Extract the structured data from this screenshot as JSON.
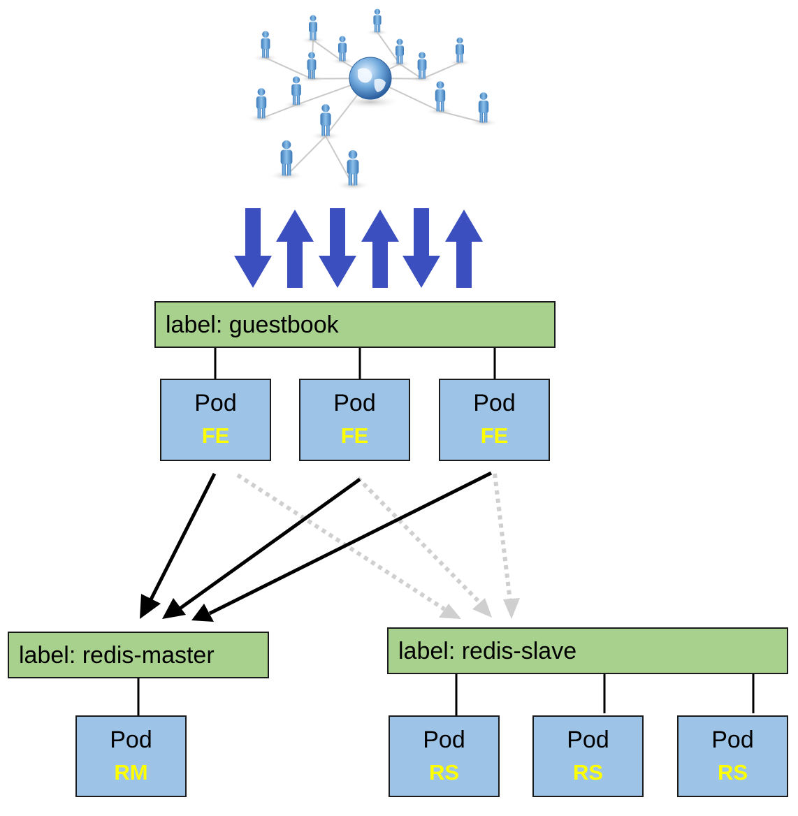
{
  "colors": {
    "label_fill": "#a9d18e",
    "pod_fill": "#9dc3e6",
    "pod_role_text": "#ffff00",
    "traffic_arrow": "#3b4fbf",
    "master_arrow": "#000000",
    "slave_arrow": "#cfcfcf",
    "border": "#1a1a1a"
  },
  "icons": {
    "network": "people-network-globe-icon",
    "traffic": [
      "down-arrow-icon",
      "up-arrow-icon",
      "down-arrow-icon",
      "up-arrow-icon",
      "down-arrow-icon",
      "up-arrow-icon"
    ]
  },
  "guestbook": {
    "label": "label: guestbook",
    "pods": [
      {
        "title": "Pod",
        "role": "FE"
      },
      {
        "title": "Pod",
        "role": "FE"
      },
      {
        "title": "Pod",
        "role": "FE"
      }
    ]
  },
  "redis_master": {
    "label": "label: redis-master",
    "pods": [
      {
        "title": "Pod",
        "role": "RM"
      }
    ]
  },
  "redis_slave": {
    "label": "label: redis-slave",
    "pods": [
      {
        "title": "Pod",
        "role": "RS"
      },
      {
        "title": "Pod",
        "role": "RS"
      },
      {
        "title": "Pod",
        "role": "RS"
      }
    ]
  }
}
